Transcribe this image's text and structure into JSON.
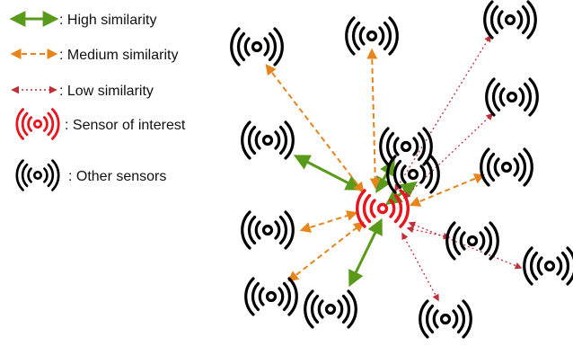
{
  "legend": {
    "high": ": High similarity",
    "medium": ": Medium similarity",
    "low": ": Low similarity",
    "interest": ": Sensor of interest",
    "other": ": Other sensors"
  },
  "colors": {
    "high": "#5a9a1a",
    "medium": "#e8841c",
    "low": "#c0303a",
    "interest": "#e8141e",
    "other": "#000000"
  },
  "icons": {
    "sensor": "broadcast-sensor-icon"
  }
}
